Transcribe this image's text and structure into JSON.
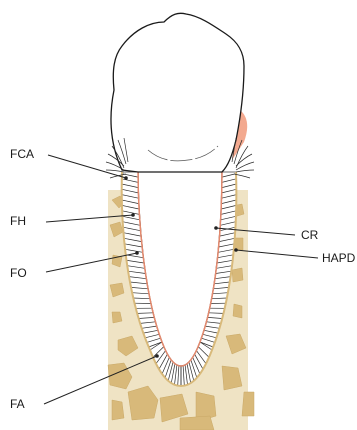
{
  "labels": {
    "fca": "FCA",
    "fh": "FH",
    "fo": "FO",
    "fa": "FA",
    "cr": "CR",
    "hapd": "HAPD"
  },
  "colors": {
    "bone": "#d8b97a",
    "bone_light": "#ecdcb4",
    "gingiva": "#f3a98f",
    "root_surface": "#e58a6e",
    "fibers": "#2a2a2a",
    "outline": "#1a1a1a"
  }
}
